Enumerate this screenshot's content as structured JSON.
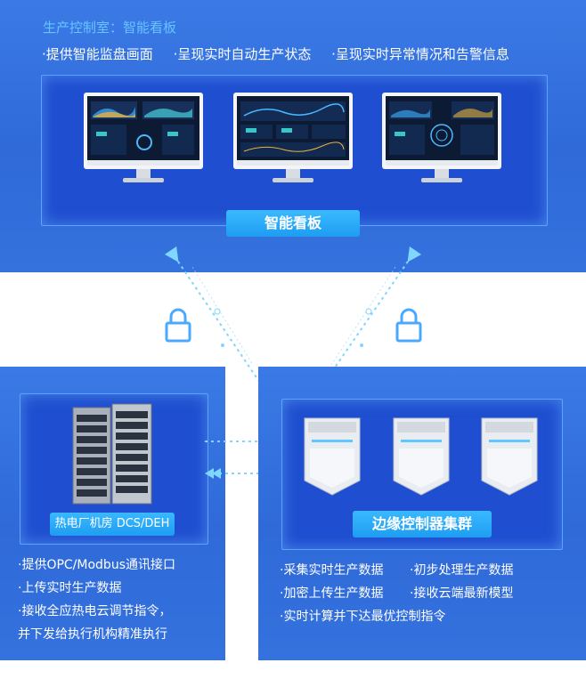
{
  "top": {
    "title": "生产控制室：智能看板",
    "bullets": [
      "·提供智能监盘画面",
      "·呈现实时自动生产状态",
      "·呈现实时异常情况和告警信息"
    ],
    "label": "智能看板"
  },
  "left": {
    "label": "热电厂机房 DCS/DEH",
    "bullets": [
      "·提供OPC/Modbus通讯接口",
      "·上传实时生产数据",
      "·接收全应热电云调节指令，",
      "并下发给执行机构精准执行"
    ]
  },
  "right": {
    "label": "边缘控制器集群",
    "bullets": [
      [
        "·采集实时生产数据",
        "·初步处理生产数据"
      ],
      [
        "·加密上传生产数据",
        "·接收云端最新模型"
      ],
      [
        "·实时计算并下达最优控制指令"
      ]
    ]
  },
  "colors": {
    "panel": "#2f6ad8",
    "accent": "#1e9df2",
    "title": "#67c4ff",
    "arrow": "#7fd6ff"
  }
}
